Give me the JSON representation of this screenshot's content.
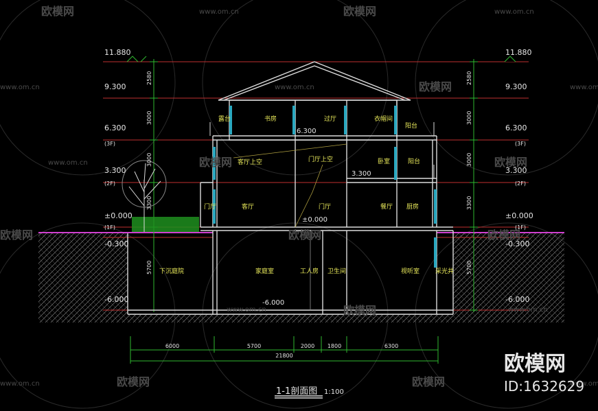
{
  "levels": {
    "left": [
      {
        "value": "11.880"
      },
      {
        "value": "9.300"
      },
      {
        "value": "6.300",
        "floor": "(3F)"
      },
      {
        "value": "3.300",
        "floor": "(2F)"
      },
      {
        "value": "±0.000",
        "floor": "(1F)"
      },
      {
        "value": "-0.300"
      },
      {
        "value": "-6.000"
      }
    ],
    "right": [
      {
        "value": "11.880"
      },
      {
        "value": "9.300"
      },
      {
        "value": "6.300",
        "floor": "(3F)"
      },
      {
        "value": "3.300",
        "floor": "(2F)"
      },
      {
        "value": "±0.000",
        "floor": "(1F)"
      },
      {
        "value": "-0.300"
      },
      {
        "value": "-6.000"
      }
    ]
  },
  "vertical_dims": {
    "left": [
      "2580",
      "3000",
      "3000",
      "3300",
      "5700"
    ],
    "right": [
      "2580",
      "3000",
      "3000",
      "3300",
      "5700"
    ]
  },
  "rooms": {
    "third": [
      "露台",
      "书房",
      "过厅",
      "衣帽间",
      "阳台"
    ],
    "second": [
      "客厅上空",
      "门厅上空",
      "卧室",
      "阳台"
    ],
    "first": [
      "门厅",
      "客厅",
      "门厅",
      "餐厅",
      "厨房"
    ],
    "basement": [
      "下沉庭院",
      "家庭室",
      "工人房",
      "卫生间",
      "视听室",
      "采光井"
    ]
  },
  "inner_levels": {
    "third": "6.300",
    "second": "3.300",
    "first": "±0.000",
    "basement": "-6.000"
  },
  "horizontal_dims": {
    "segments": [
      "6000",
      "5700",
      "2000",
      "1800",
      "6300"
    ],
    "total": "21800"
  },
  "title": {
    "main": "1-1剖面图",
    "scale": "1:100"
  },
  "watermark": {
    "logo": "欧模网",
    "url": "www.om.cn",
    "id": "ID:1632629"
  }
}
